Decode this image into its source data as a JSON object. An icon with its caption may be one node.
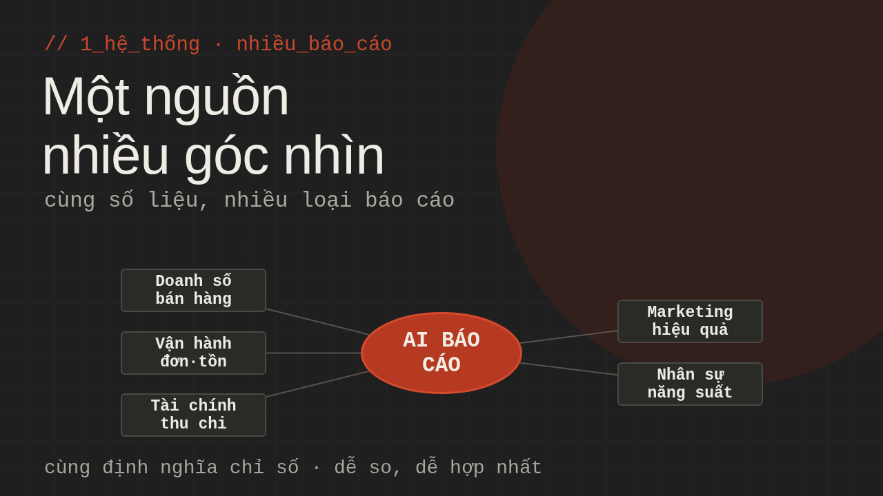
{
  "diagram": {
    "title": "Một nguồn nhiều góc nhìn",
    "nodes": [
      {
        "text": [
          "Doanh số bán hàng"
        ]
      },
      {
        "text": [
          "Vận hành đơn·tồn"
        ]
      },
      {
        "text": [
          "Tài chính thu chi"
        ]
      },
      {
        "text": [
          "AI BÁO CÁO"
        ]
      },
      {
        "text": [
          "Marketing hiệu quả"
        ]
      },
      {
        "text": [
          "Nhân sự năng suất"
        ]
      }
    ],
    "edges": [
      {
        "from": 0,
        "to": 3,
        "arrow": "none"
      },
      {
        "from": 1,
        "to": 3,
        "arrow": "none"
      },
      {
        "from": 2,
        "to": 3,
        "arrow": "none"
      },
      {
        "from": 3,
        "to": 4,
        "arrow": "none"
      },
      {
        "from": 3,
        "to": 5,
        "arrow": "none"
      }
    ],
    "labels": [
      "// 1_hệ_thống · nhiều_báo_cáo",
      "cùng số liệu, nhiều loại báo cáo",
      "cùng định nghĩa chỉ số · dễ so, dễ hợp nhất"
    ]
  }
}
